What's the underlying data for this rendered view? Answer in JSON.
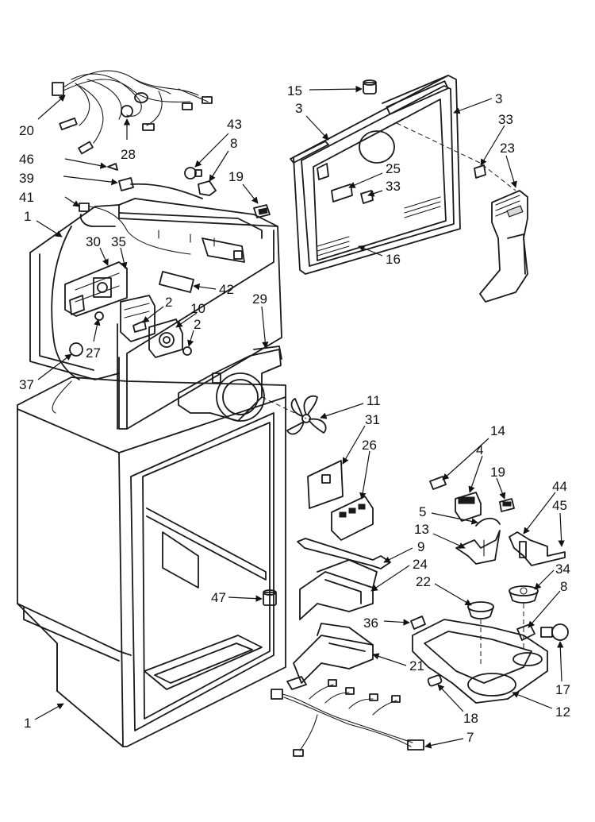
{
  "callouts": [
    {
      "label": "20"
    },
    {
      "label": "28"
    },
    {
      "label": "43"
    },
    {
      "label": "8"
    },
    {
      "label": "46"
    },
    {
      "label": "39"
    },
    {
      "label": "19"
    },
    {
      "label": "41"
    },
    {
      "label": "1"
    },
    {
      "label": "30"
    },
    {
      "label": "35"
    },
    {
      "label": "42"
    },
    {
      "label": "2"
    },
    {
      "label": "10"
    },
    {
      "label": "2"
    },
    {
      "label": "29"
    },
    {
      "label": "27"
    },
    {
      "label": "37"
    },
    {
      "label": "15"
    },
    {
      "label": "3"
    },
    {
      "label": "3"
    },
    {
      "label": "33"
    },
    {
      "label": "23"
    },
    {
      "label": "25"
    },
    {
      "label": "33"
    },
    {
      "label": "16"
    },
    {
      "label": "11"
    },
    {
      "label": "31"
    },
    {
      "label": "26"
    },
    {
      "label": "14"
    },
    {
      "label": "4"
    },
    {
      "label": "19"
    },
    {
      "label": "44"
    },
    {
      "label": "45"
    },
    {
      "label": "5"
    },
    {
      "label": "13"
    },
    {
      "label": "9"
    },
    {
      "label": "24"
    },
    {
      "label": "22"
    },
    {
      "label": "34"
    },
    {
      "label": "8"
    },
    {
      "label": "47"
    },
    {
      "label": "36"
    },
    {
      "label": "21"
    },
    {
      "label": "17"
    },
    {
      "label": "18"
    },
    {
      "label": "12"
    },
    {
      "label": "1"
    },
    {
      "label": "7"
    }
  ]
}
